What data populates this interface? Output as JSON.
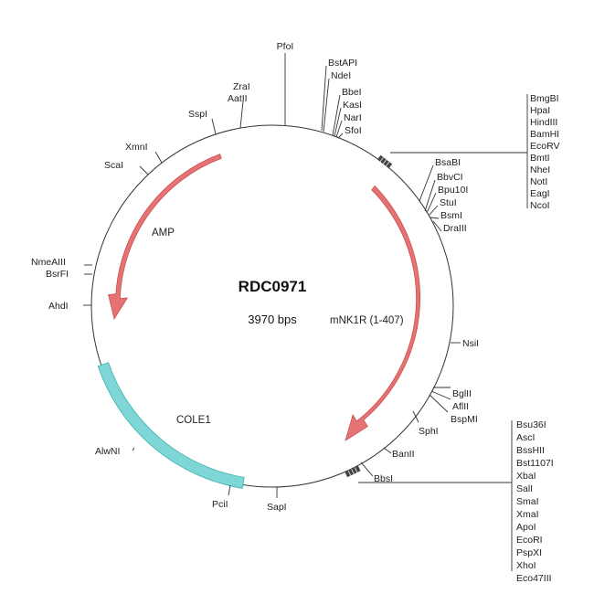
{
  "plasmid": {
    "name": "RDC0971",
    "size_label": "3970 bps"
  },
  "features": {
    "amp": "AMP",
    "mnk1r": "mNK1R (1-407)",
    "cole1": "COLE1"
  },
  "colors": {
    "cds_arrow": "#e57373",
    "cds_stroke": "#c94f4f",
    "origin": "#7fd6d6",
    "origin_stroke": "#3fb0b0"
  },
  "sites": {
    "pfoi": "PfoI",
    "bstapi": "BstAPI",
    "ndei": "NdeI",
    "bbei": "BbeI",
    "kasi": "KasI",
    "nari": "NarI",
    "sfoi": "SfoI",
    "zrai": "ZraI",
    "aatii": "AatII",
    "sspi": "SspI",
    "xmni": "XmnI",
    "scai": "ScaI",
    "nmeaiii": "NmeAIII",
    "bsrfi": "BsrFI",
    "ahdi": "AhdI",
    "alwni": "AlwNI",
    "pcii": "PciI",
    "sapi": "SapI",
    "bbsi": "BbsI",
    "banii": "BanII",
    "sphi": "SphI",
    "bspmi": "BspMI",
    "aflii": "AflII",
    "bglii": "BglII",
    "nsii": "NsiI",
    "bsabi": "BsaBI",
    "bbvci": "BbvCI",
    "bpu10i": "Bpu10I",
    "stui": "StuI",
    "bsmi": "BsmI",
    "draiii": "DraIII"
  },
  "mcs1": [
    "BmgBI",
    "HpaI",
    "HindIII",
    "BamHI",
    "EcoRV",
    "BmtI",
    "NheI",
    "NotI",
    "EagI",
    "NcoI"
  ],
  "mcs2": [
    "Bsu36I",
    "AscI",
    "BssHII",
    "Bst1107I",
    "XbaI",
    "SalI",
    "SmaI",
    "XmaI",
    "ApoI",
    "EcoRI",
    "PspXI",
    "XhoI",
    "Eco47III"
  ]
}
